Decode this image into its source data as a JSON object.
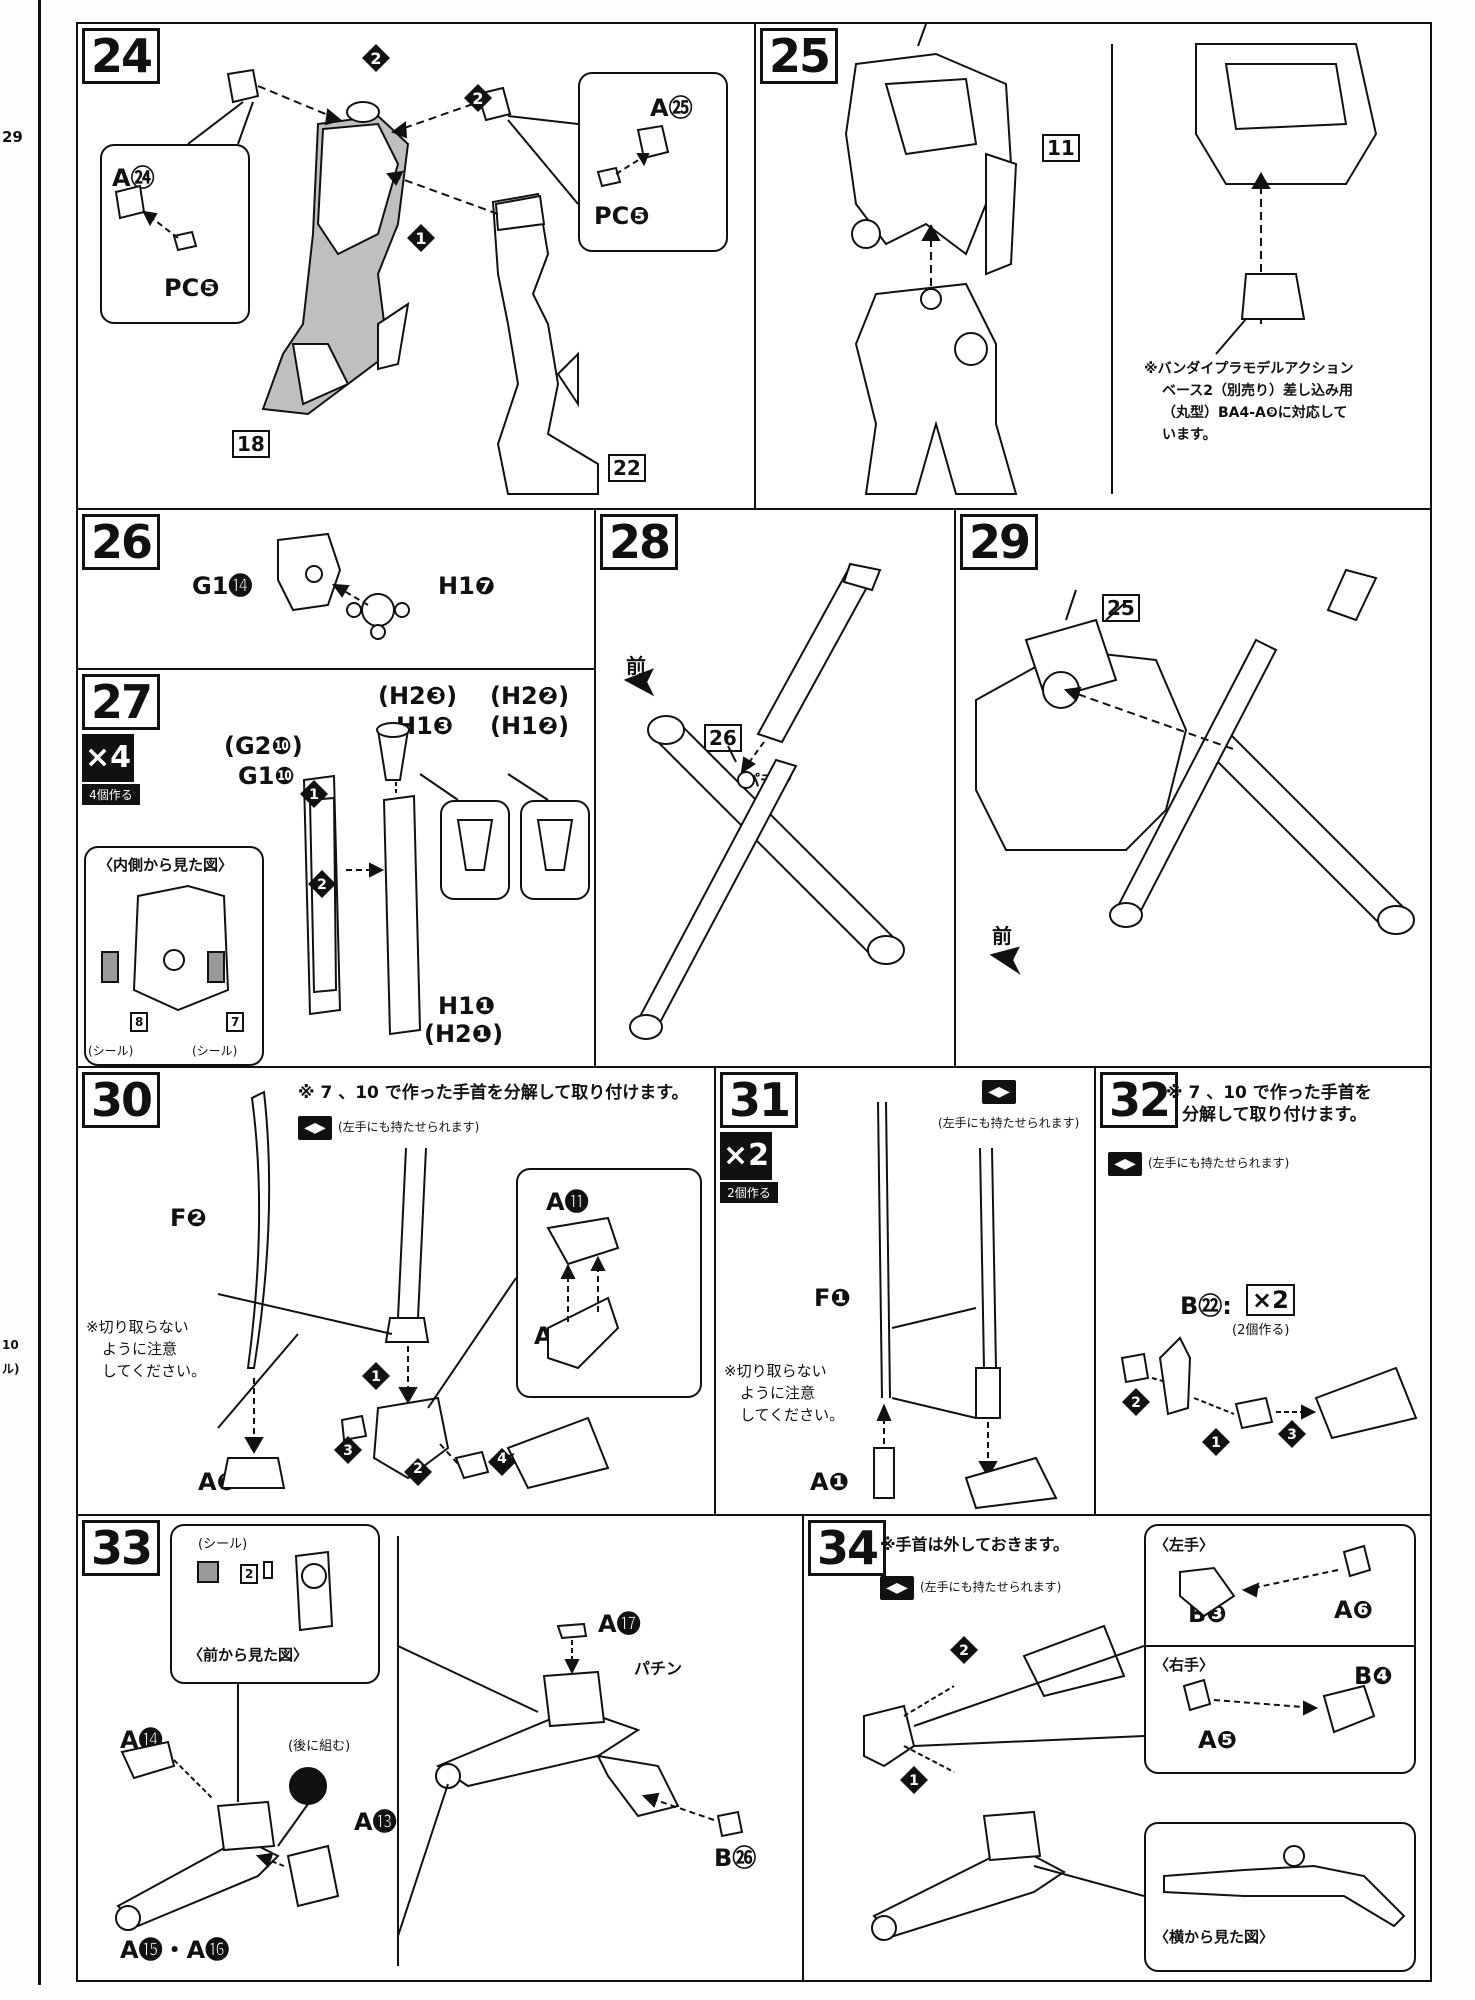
{
  "left_strip": {
    "labels": [
      "29",
      "10",
      "ル)"
    ]
  },
  "step24": {
    "number": "24",
    "labels": {
      "a24": "A㉔",
      "pc5_left": "PC❺",
      "a25": "A㉕",
      "pc5_right": "PC❺",
      "step1": "1",
      "step2a": "2",
      "step2b": "2"
    },
    "ref_a": "18",
    "ref_b": "22"
  },
  "step25": {
    "number": "25",
    "ref": "11",
    "note_lines": [
      "※バンダイプラモデルアクション",
      "ベース2（別売り）差し込み用",
      "（丸型）BA4-A❾に対応して",
      "います。"
    ]
  },
  "step26": {
    "number": "26",
    "labels": {
      "g1": "G1⓮",
      "h1": "H1❼"
    }
  },
  "step27": {
    "number": "27",
    "badge": "×4",
    "badge_note": "4個作る",
    "labels": {
      "g2_10": "(G2❿)",
      "g1_10": "G1❿",
      "h2_3": "(H2❸)",
      "h1_3": "H1❸",
      "h2_2": "(H2❷)",
      "h1_2": "(H1❷)",
      "h1_1": "H1❶",
      "h2_1": "(H2❶)",
      "step1": "1",
      "step2": "2"
    },
    "inner_view": "〈内側から見た図〉",
    "sticker_a": "8",
    "sticker_b": "7",
    "sticker_label": "(シール)"
  },
  "step28": {
    "number": "28",
    "front": "前",
    "ref": "26",
    "snap": "パチン"
  },
  "step29": {
    "number": "29",
    "ref": "25",
    "front": "前"
  },
  "step30": {
    "number": "30",
    "note": "※ 7 、10 で作った手首を分解して取り付けます。",
    "hand_note": "(左手にも持たせられます)",
    "labels": {
      "f2": "F❷",
      "a2": "A❷",
      "a11": "A⓫",
      "a12": "A⓬"
    },
    "caution_lines": [
      "※切り取らない",
      "ように注意",
      "してください。"
    ],
    "steps": [
      "1",
      "2",
      "3",
      "4"
    ]
  },
  "step31": {
    "number": "31",
    "badge": "×2",
    "badge_note": "2個作る",
    "hand_note": "(左手にも持たせられます)",
    "labels": {
      "f1": "F❶",
      "a1": "A❶"
    },
    "caution_lines": [
      "※切り取らない",
      "ように注意",
      "してください。"
    ]
  },
  "step32": {
    "number": "32",
    "note_lines": [
      "※ 7 、10 で作った手首を",
      "分解して取り付けます。"
    ],
    "hand_note": "(左手にも持たせられます)",
    "labels": {
      "b22": "B㉒:",
      "x2": "×2",
      "make2": "(2個作る)"
    },
    "steps": [
      "1",
      "2",
      "3"
    ]
  },
  "step33": {
    "number": "33",
    "sticker_label": "(シール)",
    "sticker_num": "2",
    "front_view": "〈前から見た図〉",
    "later": "(後に組む)",
    "labels": {
      "a14": "A⓮",
      "a13": "A⓭",
      "a15_16": "A⓯・A⓰",
      "a17": "A⓱",
      "b26": "B㉖"
    },
    "snap": "パチン"
  },
  "step34": {
    "number": "34",
    "note": "※手首は外しておきます。",
    "hand_note": "(左手にも持たせられます)",
    "left_hand": "〈左手〉",
    "right_hand": "〈右手〉",
    "side_view": "〈横から見た図〉",
    "labels": {
      "b3": "B❸",
      "a6": "A❻",
      "b4": "B❹",
      "a5": "A❺"
    },
    "steps": [
      "1",
      "2"
    ]
  }
}
